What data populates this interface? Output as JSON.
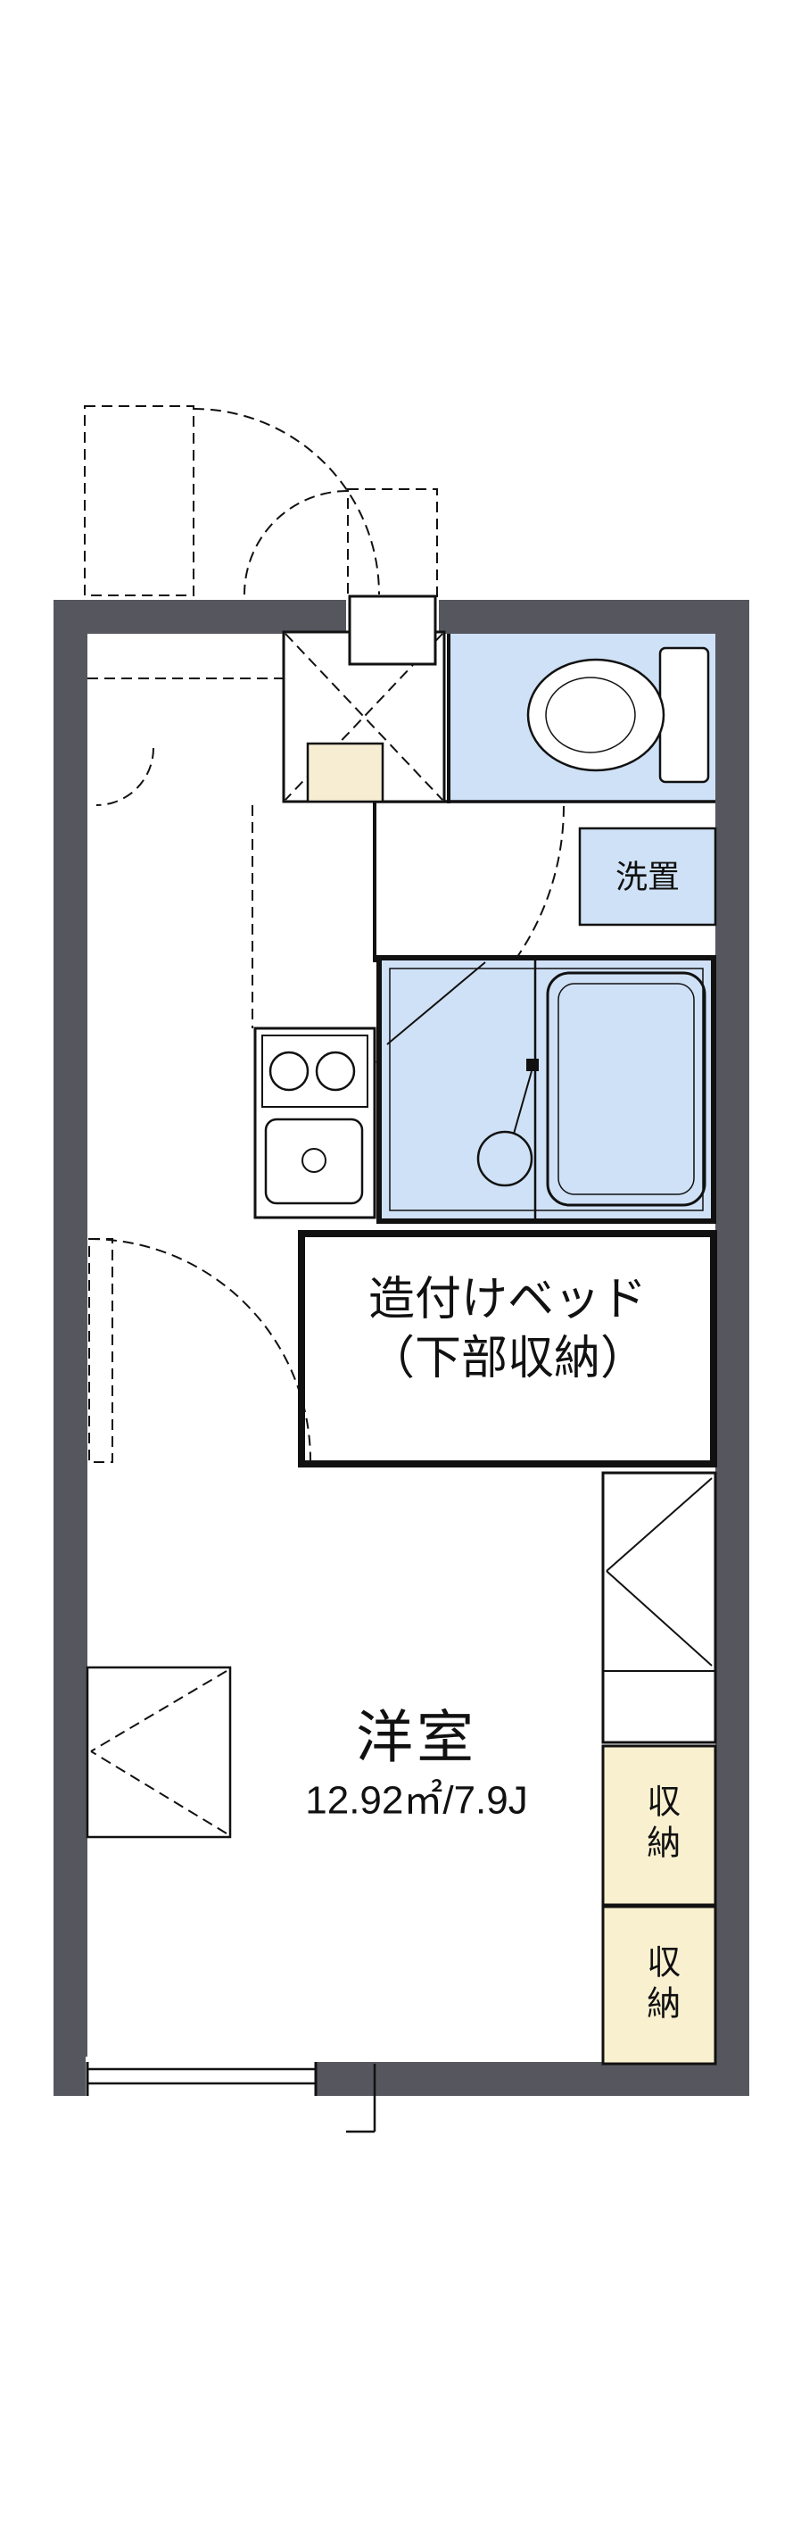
{
  "floorplan": {
    "labels": {
      "washer_space": "洗置",
      "built_in_bed_line1": "造付けベッド",
      "built_in_bed_line2": "（下部収納）",
      "room_name": "洋室",
      "room_size": "12.92㎡/7.9J",
      "storage_top": "収納",
      "storage_bottom": "収納"
    },
    "colors": {
      "wall": "#56565e",
      "wet": "#cfe1f6",
      "cream": "#f9f0d0",
      "step": "#f6edd3",
      "line": "#111111",
      "bg": "#ffffff"
    }
  }
}
